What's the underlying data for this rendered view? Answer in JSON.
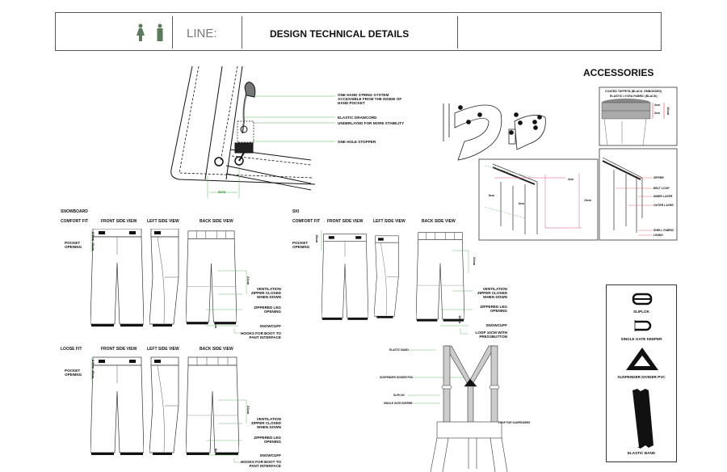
{
  "header": {
    "line_label": "LINE:",
    "title": "DESIGN TECHNICAL DETAILS",
    "icons": [
      "female-icon",
      "male-icon"
    ],
    "icon_color": "#5e7a5e"
  },
  "pocket_detail": {
    "callouts": [
      "ONE HAND STRING SYSTEM ACCESSIBLE FROM THE INSIDE OF HAND POCKET",
      "ELASTIC DRAWCORD",
      "UNDERLAYED FOR MORE STABILITY",
      "ONE HOLE STOPPER"
    ],
    "measure": "2cm"
  },
  "accessories": {
    "title": "ACCESSORIES",
    "waistband_labels": [
      "COATED TAFFETA (BLACK, EMBOSSED)",
      "ELASTIC LYCRA FABRIC (BLACK)",
      "3cm",
      "3cm",
      "10cm"
    ],
    "belt_loop_measures": [
      "3cm",
      "8cm",
      "6cm",
      "10cm"
    ],
    "layer_labels": [
      "ZIPPER",
      "BELT LOOP",
      "INNER LAYER",
      "OUTER LAYER",
      "SHELL FABRIC",
      "LINING"
    ]
  },
  "snowboard": {
    "section": "SNOWBOARD",
    "fit": "COMFORT FIT",
    "views": [
      "FRONT SIDE VIEW",
      "LEFT SIDE VIEW",
      "BACK SIDE VIEW"
    ],
    "pocket_label": "POCKET OPENING",
    "measures": [
      "2.5cm",
      "15cm",
      "24cm",
      "8cm"
    ],
    "callouts": [
      "VENTILATION ZIPPER CLOSED WHEN DOWN",
      "ZIPPERED LEG OPENING",
      "SNOWCUFF",
      "HOOKS FOR BOOT TO PANT INTERFACE"
    ]
  },
  "loose": {
    "fit": "LOOSE FIT",
    "views": [
      "FRONT SIDE VIEW",
      "LEFT SIDE VIEW",
      "BACK SIDE VIEW"
    ],
    "pocket_label": "POCKET OPENING",
    "measures": [
      "2.5cm",
      "15cm",
      "24cm",
      "8cm"
    ],
    "callouts": [
      "VENTILATION ZIPPER CLOSED WHEN DOWN",
      "ZIPPERED LEG OPENING",
      "SNOWCUFF",
      "HOOKS FOR BOOT TO PANT INTERFACE"
    ]
  },
  "ski": {
    "section": "SKI",
    "fit": "COMFORT FIT",
    "views": [
      "FRONT SIDE VIEW",
      "LEFT SIDE VIEW",
      "BACK SIDE VIEW"
    ],
    "pocket_label": "POCKET OPENING",
    "measures": [
      "15cm",
      "24cm",
      "10cm"
    ],
    "callouts": [
      "VENTILATION ZIPPER CLOSED WHEN DOWN",
      "ZIPPERED LEG OPENING",
      "SNOWCUFF",
      "LOOP 10CM WITH PRESSBUTTON"
    ]
  },
  "suspenders": {
    "callouts": [
      "ELASTIC BAND",
      "SUSPENDER DIVIDER PVC",
      "SLIPLOK",
      "SINGLE GATE KEEPER",
      "LOOP FOR SUSPENDERS"
    ]
  },
  "legend": {
    "items": [
      "SLIPLOK",
      "SINGLE GATE KEEPER",
      "SUSPENDER DIVIDER PVC",
      "ELASTIC BAND"
    ]
  }
}
